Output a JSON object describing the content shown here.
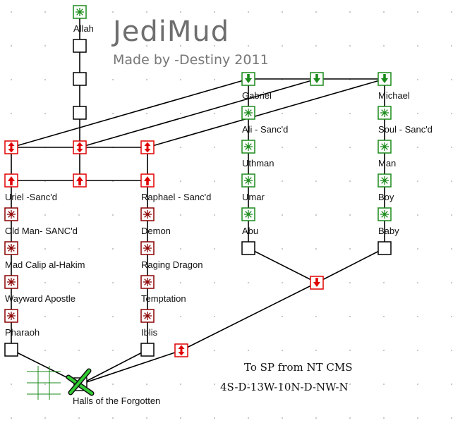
{
  "header": {
    "title": "JediMud",
    "subtitle": "Made by -Destiny 2011"
  },
  "colors": {
    "background": "#ffffff",
    "grid_dot": "#c9c9c9",
    "line": "#000000",
    "green": "#1a8a1a",
    "red": "#e00000",
    "dark_red": "#8b0000",
    "plain": "#000000"
  },
  "rooms": [
    {
      "id": "allah",
      "label": "Allah",
      "kind": "green-star",
      "icon": "star-icon"
    },
    {
      "id": "a1",
      "label": "",
      "kind": "plain",
      "icon": ""
    },
    {
      "id": "a2",
      "label": "",
      "kind": "plain",
      "icon": ""
    },
    {
      "id": "a3",
      "label": "",
      "kind": "plain",
      "icon": ""
    },
    {
      "id": "l1",
      "label": "",
      "kind": "red-updown",
      "icon": "up-down-arrow-icon"
    },
    {
      "id": "m1",
      "label": "",
      "kind": "red-updown",
      "icon": "up-down-arrow-icon"
    },
    {
      "id": "r1",
      "label": "",
      "kind": "red-updown",
      "icon": "up-down-arrow-icon"
    },
    {
      "id": "uriel",
      "label": "Uriel -Sanc'd",
      "kind": "red-up",
      "icon": "up-arrow-icon"
    },
    {
      "id": "m2",
      "label": "",
      "kind": "red-up",
      "icon": "up-arrow-icon"
    },
    {
      "id": "raphael",
      "label": "Raphael - Sanc'd",
      "kind": "red-up",
      "icon": "up-arrow-icon"
    },
    {
      "id": "oldman",
      "label": "Old Man- SANC'd",
      "kind": "darkred-star",
      "icon": "star-icon"
    },
    {
      "id": "madcalip",
      "label": "Mad Calip al-Hakim",
      "kind": "darkred-star",
      "icon": "star-icon"
    },
    {
      "id": "wayward",
      "label": "Wayward Apostle",
      "kind": "darkred-star",
      "icon": "star-icon"
    },
    {
      "id": "pharaoh",
      "label": "Pharaoh",
      "kind": "darkred-star",
      "icon": "star-icon"
    },
    {
      "id": "lbottom",
      "label": "",
      "kind": "plain",
      "icon": ""
    },
    {
      "id": "demon",
      "label": "Demon",
      "kind": "darkred-star",
      "icon": "star-icon"
    },
    {
      "id": "ragingdragon",
      "label": "Raging Dragon",
      "kind": "darkred-star",
      "icon": "star-icon"
    },
    {
      "id": "temptation",
      "label": "Temptation",
      "kind": "darkred-star",
      "icon": "star-icon"
    },
    {
      "id": "iblis",
      "label": "Iblis",
      "kind": "darkred-star",
      "icon": "star-icon"
    },
    {
      "id": "rbottom",
      "label": "",
      "kind": "plain",
      "icon": ""
    },
    {
      "id": "gabriel",
      "label": "Gabriel",
      "kind": "green-down",
      "icon": "down-arrow-icon"
    },
    {
      "id": "gmid",
      "label": "",
      "kind": "green-down",
      "icon": "down-arrow-icon"
    },
    {
      "id": "michael",
      "label": "Michael",
      "kind": "green-down",
      "icon": "down-arrow-icon"
    },
    {
      "id": "ali",
      "label": "Ali - Sanc'd",
      "kind": "green-star",
      "icon": "star-icon"
    },
    {
      "id": "uthman",
      "label": "Uthman",
      "kind": "green-star",
      "icon": "star-icon"
    },
    {
      "id": "umar",
      "label": "Umar",
      "kind": "green-star",
      "icon": "star-icon"
    },
    {
      "id": "abu",
      "label": "Abu",
      "kind": "green-star",
      "icon": "star-icon"
    },
    {
      "id": "abubottom",
      "label": "",
      "kind": "plain",
      "icon": ""
    },
    {
      "id": "soul",
      "label": "Soul - Sanc'd",
      "kind": "green-star",
      "icon": "star-icon"
    },
    {
      "id": "man",
      "label": "Man",
      "kind": "green-star",
      "icon": "star-icon"
    },
    {
      "id": "boy",
      "label": "Boy",
      "kind": "green-star",
      "icon": "star-icon"
    },
    {
      "id": "baby",
      "label": "Baby",
      "kind": "green-star",
      "icon": "star-icon"
    },
    {
      "id": "babybottom",
      "label": "",
      "kind": "plain",
      "icon": ""
    },
    {
      "id": "join",
      "label": "",
      "kind": "red-down",
      "icon": "down-arrow-icon"
    },
    {
      "id": "bottomud",
      "label": "",
      "kind": "red-updown",
      "icon": "up-down-arrow-icon"
    },
    {
      "id": "halls",
      "label": "Halls of the Forgotten",
      "kind": "marker",
      "icon": "crossed-marker-icon"
    }
  ],
  "connections": [
    [
      "allah",
      "a1"
    ],
    [
      "a1",
      "a2"
    ],
    [
      "a2",
      "a3"
    ],
    [
      "a3",
      "m1"
    ],
    [
      "l1",
      "m1"
    ],
    [
      "m1",
      "r1"
    ],
    [
      "l1",
      "uriel"
    ],
    [
      "m1",
      "m2"
    ],
    [
      "r1",
      "raphael"
    ],
    [
      "uriel",
      "m2"
    ],
    [
      "m2",
      "raphael"
    ],
    [
      "uriel",
      "oldman"
    ],
    [
      "oldman",
      "madcalip"
    ],
    [
      "madcalip",
      "wayward"
    ],
    [
      "wayward",
      "pharaoh"
    ],
    [
      "pharaoh",
      "lbottom"
    ],
    [
      "raphael",
      "demon"
    ],
    [
      "demon",
      "ragingdragon"
    ],
    [
      "ragingdragon",
      "temptation"
    ],
    [
      "temptation",
      "iblis"
    ],
    [
      "iblis",
      "rbottom"
    ],
    [
      "gabriel",
      "gmid"
    ],
    [
      "gmid",
      "michael"
    ],
    [
      "gabriel",
      "l1"
    ],
    [
      "gmid",
      "m1"
    ],
    [
      "michael",
      "r1"
    ],
    [
      "gabriel",
      "ali"
    ],
    [
      "ali",
      "uthman"
    ],
    [
      "uthman",
      "umar"
    ],
    [
      "umar",
      "abu"
    ],
    [
      "abu",
      "abubottom"
    ],
    [
      "michael",
      "soul"
    ],
    [
      "soul",
      "man"
    ],
    [
      "man",
      "boy"
    ],
    [
      "boy",
      "baby"
    ],
    [
      "baby",
      "babybottom"
    ],
    [
      "abubottom",
      "join"
    ],
    [
      "babybottom",
      "join"
    ],
    [
      "join",
      "bottomud"
    ],
    [
      "bottomud",
      "halls"
    ],
    [
      "lbottom",
      "halls"
    ],
    [
      "rbottom",
      "halls"
    ]
  ],
  "directions": {
    "line1": "To SP from NT CMS",
    "line2": "4S-D-13W-10N-D-NW-N"
  }
}
